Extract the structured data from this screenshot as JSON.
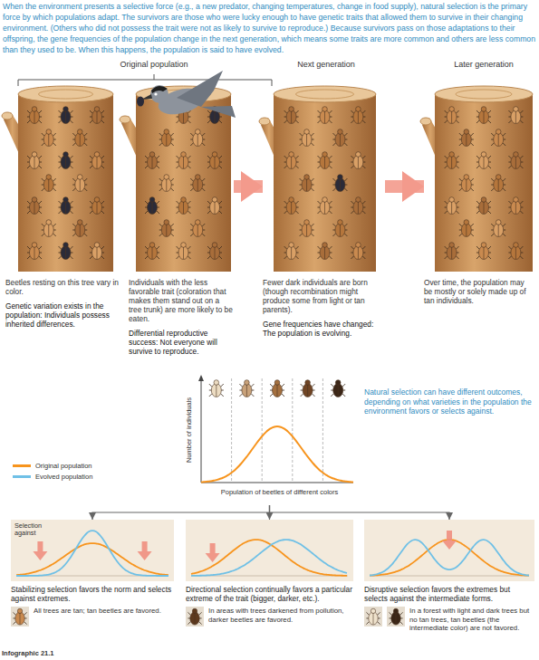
{
  "diagram": {
    "nodes": [
      {
        "text": [
          "Beetles resting on this tree vary in color.",
          "Genetic variation exists in the population: Individuals possess inherited differences."
        ]
      },
      {
        "text": [
          "Individuals with the less favorable trait (coloration that makes them stand out on a tree trunk) are more likely to be eaten.",
          "Differential reproductive success: Not everyone will survive to reproduce."
        ]
      },
      {
        "text": [
          "Fewer dark individuals are born (though recombination might produce some from light or tan parents).",
          "Gene frequencies have changed: The population is evolving."
        ]
      },
      {
        "text": [
          "Over time, the population may be mostly or solely made up of tan individuals."
        ]
      },
      {
        "text": [
          "Number of individuals",
          "Population of beetles of different colors"
        ]
      },
      {
        "text": [
          "Stabilizing selection favors the norm and selects against extremes.",
          "All trees are tan; tan beetles are favored."
        ]
      },
      {
        "text": [
          "Directional selection continually favors a particular extreme of the trait (bigger, darker, etc.).",
          "In areas with trees darkened from pollution, darker beetles are favored."
        ]
      },
      {
        "text": [
          "Disruptive selection favors the extremes but selects against the intermediate forms.",
          "In a forest with light and dark trees but no tan trees, tan beetles (the intermediate color) are not favored."
        ]
      }
    ],
    "edges": [
      {
        "from": 1,
        "to": 2,
        "arrow": "to"
      },
      {
        "from": 2,
        "to": 3,
        "arrow": "to"
      },
      {
        "from": 4,
        "to": 5,
        "arrow": "to"
      },
      {
        "from": 4,
        "to": 6,
        "arrow": "to"
      },
      {
        "from": 4,
        "to": 7,
        "arrow": "to"
      }
    ],
    "labels": [
      "When the environment presents a selective force (e.g., a new predator, changing temperatures, change in food supply), natural selection is the primary force by which populations adapt. The survivors are those who were lucky enough to have genetic traits that allowed them to survive in their changing environment. (Others who did not possess the trait were not as likely to survive to reproduce.) Because survivors pass on those adaptations to their offspring, the gene frequencies of the population change in the next generation, which means some traits are more common and others are less common than they used to be. When this happens, the population is said to have evolved.",
      "Original population",
      "Next generation",
      "Later generation",
      "Natural selection can have different outcomes, depending on what varieties in the population the environment favors or selects against.",
      "Selection against",
      "Infographic 21.1"
    ],
    "legend": [
      {
        "text": "Original population",
        "color": "#f7941d"
      },
      {
        "text": "Evolved population",
        "color": "#6fc0e6"
      }
    ]
  }
}
